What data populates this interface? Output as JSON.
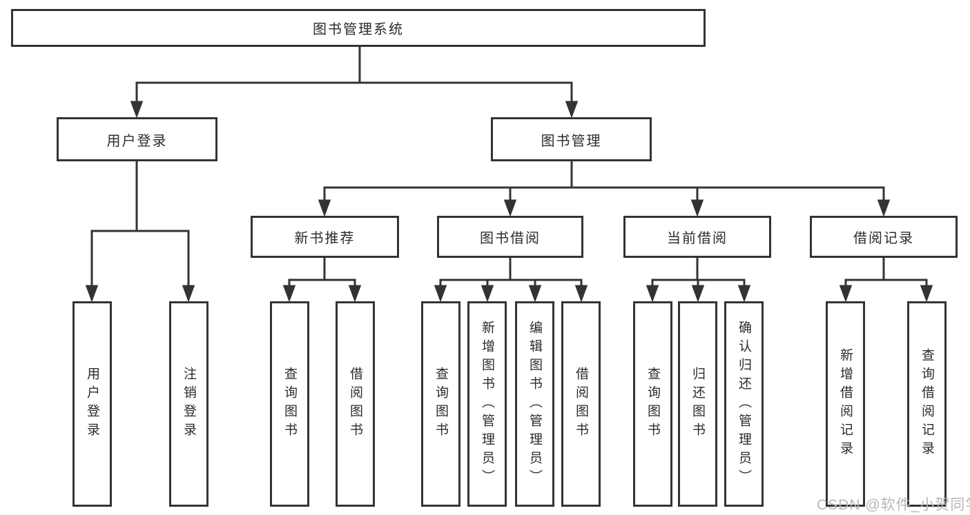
{
  "tree": {
    "label": "图书管理系统",
    "children": [
      {
        "label": "用户登录",
        "children": [
          {
            "label": "用户登录"
          },
          {
            "label": "注销登录"
          }
        ]
      },
      {
        "label": "图书管理",
        "children": [
          {
            "label": "新书推荐",
            "children": [
              {
                "label": "查询图书"
              },
              {
                "label": "借阅图书"
              }
            ]
          },
          {
            "label": "图书借阅",
            "children": [
              {
                "label": "查询图书"
              },
              {
                "label": "新增图书（管理员）"
              },
              {
                "label": "编辑图书（管理员）"
              },
              {
                "label": "借阅图书"
              }
            ]
          },
          {
            "label": "当前借阅",
            "children": [
              {
                "label": "查询图书"
              },
              {
                "label": "归还图书"
              },
              {
                "label": "确认归还（管理员）"
              }
            ]
          },
          {
            "label": "借阅记录",
            "children": [
              {
                "label": "新增借阅记录"
              },
              {
                "label": "查询借阅记录"
              }
            ]
          }
        ]
      }
    ]
  },
  "watermark": "CSDN @软件_小贺同学",
  "colors": {
    "line": "#333333",
    "text": "#2b2b2b",
    "background": "#ffffff",
    "watermark": "#b7b7b7"
  }
}
